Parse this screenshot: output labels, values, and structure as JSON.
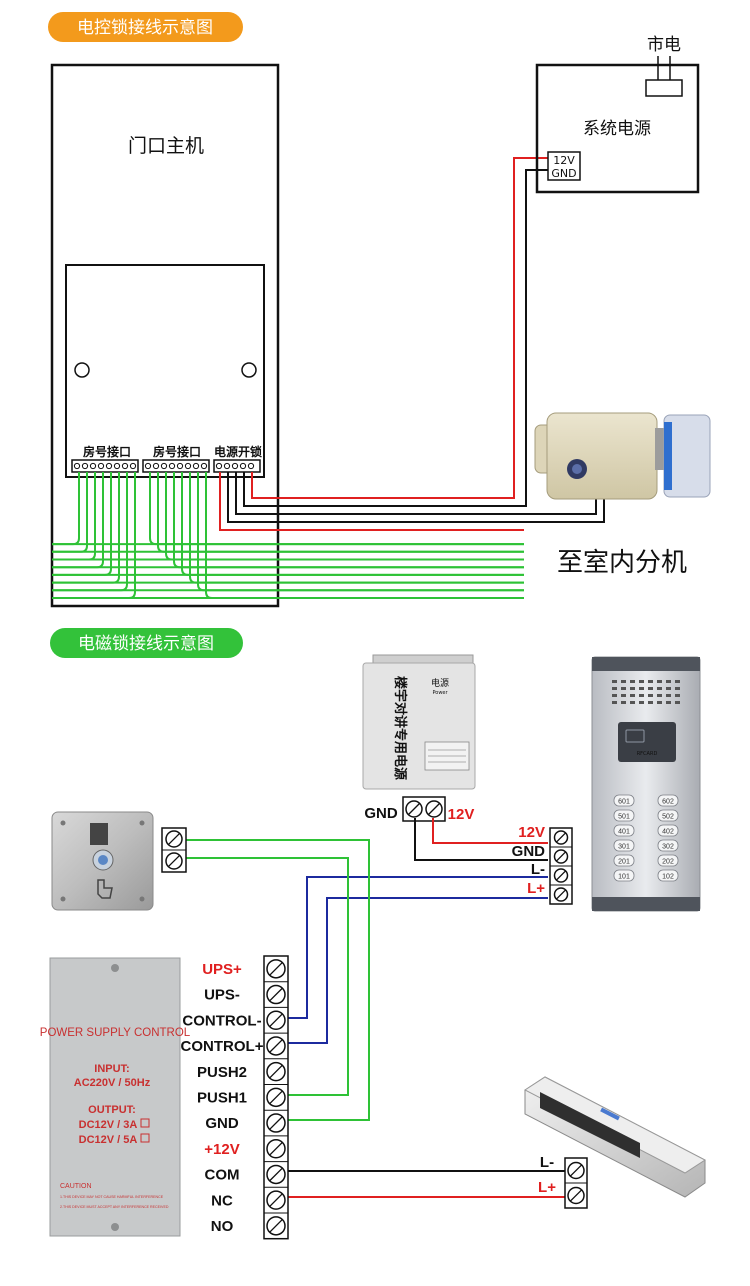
{
  "section1": {
    "title": "电控锁接线示意图",
    "title_color": "#f39a1c",
    "door_unit": "门口主机",
    "room_port_1": "房号接口",
    "room_port_2": "房号接口",
    "power_unlock": "电源开锁",
    "system_power": "系统电源",
    "mains": "市电",
    "term_12v": "12V",
    "term_gnd": "GND",
    "to_indoor": "至室内分机"
  },
  "section2": {
    "title": "电磁锁接线示意图",
    "title_color": "#33c23a",
    "psu_title": "楼宇对讲专用电源",
    "psu_power_cn": "电源",
    "psu_power_en": "Power",
    "psu_gnd": "GND",
    "psu_12v": "12V",
    "intercom_12v": "12V",
    "intercom_gnd": "GND",
    "intercom_lminus": "L-",
    "intercom_lplus": "L+",
    "keypad": [
      "601",
      "602",
      "501",
      "502",
      "401",
      "402",
      "301",
      "302",
      "201",
      "202",
      "101",
      "102"
    ],
    "card_label": "RFCARD",
    "box_brand": "POWER SUPPLY CONTROL",
    "box_input_label": "INPUT:",
    "box_input_value": "AC220V / 50Hz",
    "box_output_label": "OUTPUT:",
    "box_output_1": "DC12V / 3A",
    "box_output_2": "DC12V / 5A",
    "box_caution": "CAUTION",
    "box_caution_1": "1.THIS DEVICE MAY NOT CAUSE HARMFUL INTERFERENCE",
    "box_caution_2": "2.THIS DEVICE MUST ACCEPT ANY INTERFERENCE RECEIVED",
    "terminals": [
      "UPS+",
      "UPS-",
      "CONTROL-",
      "CONTROL+",
      "PUSH2",
      "PUSH1",
      "GND",
      "+12V",
      "COM",
      "NC",
      "NO"
    ],
    "mag_lminus": "L-",
    "mag_lplus": "L+"
  },
  "colors": {
    "red": "#e02020",
    "green": "#2ec236",
    "blue": "#1c2a9e",
    "black": "#111111"
  }
}
